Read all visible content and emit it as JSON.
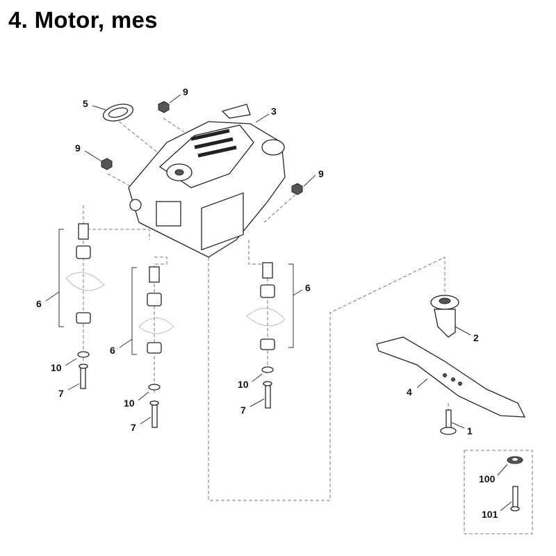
{
  "title": "4. Motor, mes",
  "callouts": {
    "c5": "5",
    "c9a": "9",
    "c3": "3",
    "c9b": "9",
    "c9c": "9",
    "c6a": "6",
    "c6b": "6",
    "c6c": "6",
    "c10a": "10",
    "c7a": "7",
    "c10b": "10",
    "c7b": "7",
    "c10c": "10",
    "c7c": "7",
    "c2": "2",
    "c4": "4",
    "c1": "1",
    "c100": "100",
    "c101": "101"
  }
}
